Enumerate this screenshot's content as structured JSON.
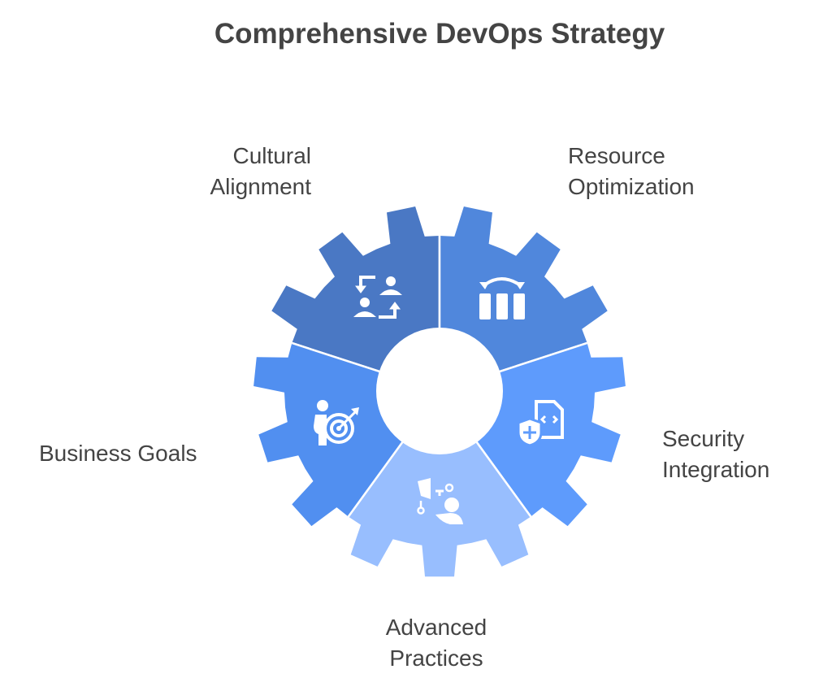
{
  "title": "Comprehensive DevOps Strategy",
  "segments": [
    {
      "label_line1": "Cultural",
      "label_line2": "Alignment",
      "icon": "people-swap-icon",
      "color": "#4a78c4"
    },
    {
      "label_line1": "Resource",
      "label_line2": "Optimization",
      "icon": "servers-transfer-icon",
      "color": "#5087dc"
    },
    {
      "label_line1": "Security",
      "label_line2": "Integration",
      "icon": "shield-code-icon",
      "color": "#5e9bfc"
    },
    {
      "label_line1": "Advanced",
      "label_line2": "Practices",
      "icon": "tech-support-icon",
      "color": "#98befe"
    },
    {
      "label_line1": "Business Goals",
      "label_line2": "",
      "icon": "person-target-icon",
      "color": "#518ff0"
    }
  ]
}
